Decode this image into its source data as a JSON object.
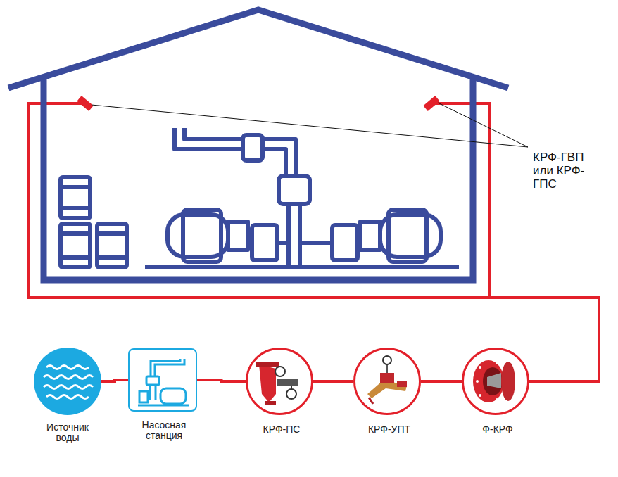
{
  "diagram": {
    "nodes": [
      {
        "text": [
          "Источник воды"
        ]
      },
      {
        "text": [
          "Насосная станция"
        ]
      },
      {
        "text": [
          "КРФ-ПС"
        ]
      },
      {
        "text": [
          "КРФ-УПТ"
        ]
      },
      {
        "text": [
          "Ф-КРФ"
        ]
      }
    ],
    "edges": [
      {
        "from": 0,
        "to": 1,
        "arrow": "none"
      },
      {
        "from": 1,
        "to": 2,
        "arrow": "none"
      },
      {
        "from": 2,
        "to": 3,
        "arrow": "none"
      },
      {
        "from": 3,
        "to": 4,
        "arrow": "none"
      }
    ],
    "labels": [
      "КРФ-ГВП или КРФ-ГПС"
    ]
  }
}
